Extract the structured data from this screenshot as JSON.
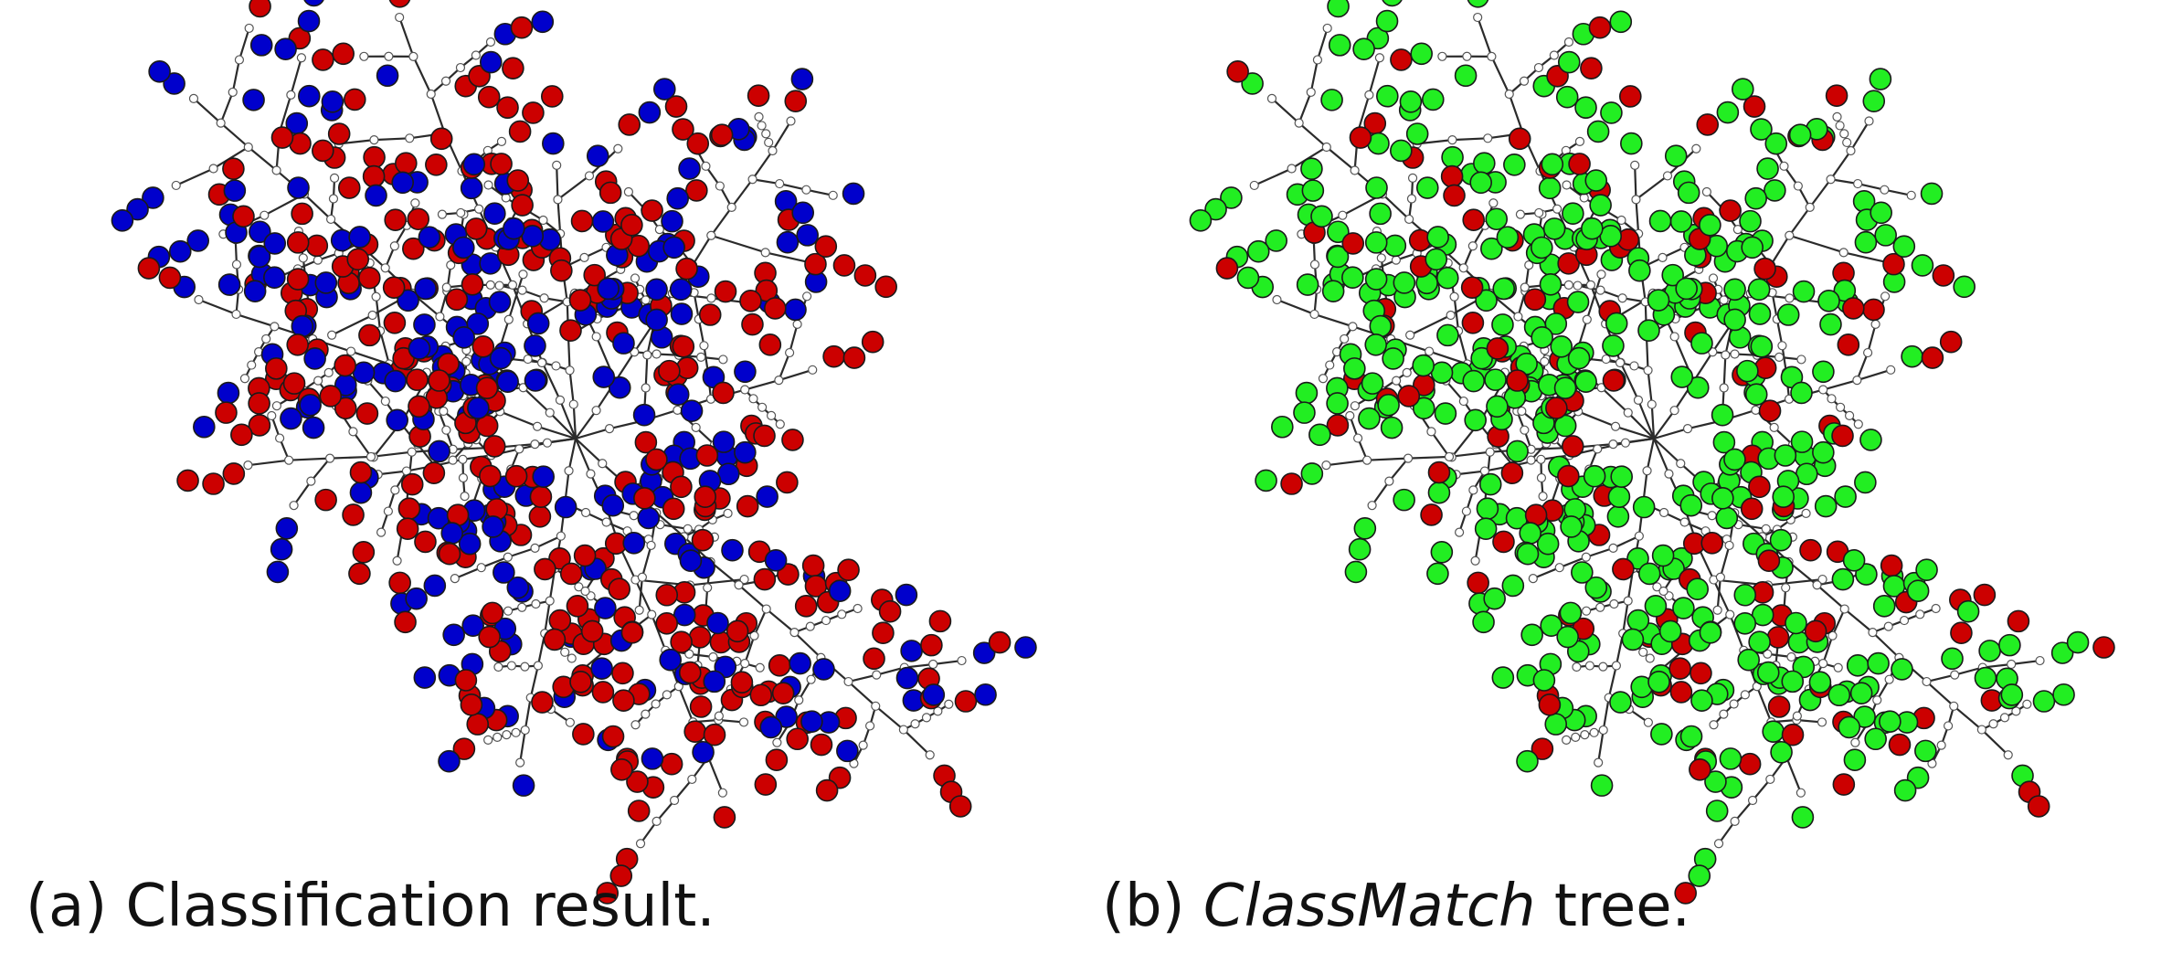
{
  "colors": {
    "background": "#ffffff",
    "edge": "#2b2b2b",
    "internal_node_fill": "#ffffff",
    "internal_node_stroke": "#555555",
    "class_red": "#cc0000",
    "class_blue": "#0000cc",
    "match_green": "#22ee22",
    "mismatch_red": "#cc0000",
    "node_stroke": "#1a1a1a"
  },
  "panels": [
    {
      "id": "a",
      "caption_prefix": "(a) ",
      "caption_em": "",
      "caption_suffix": "Classification result.",
      "leaf_color_mode": "class"
    },
    {
      "id": "b",
      "caption_prefix": "(b) ",
      "caption_em": "ClassMatch",
      "caption_suffix": " tree.",
      "leaf_color_mode": "match"
    }
  ]
}
